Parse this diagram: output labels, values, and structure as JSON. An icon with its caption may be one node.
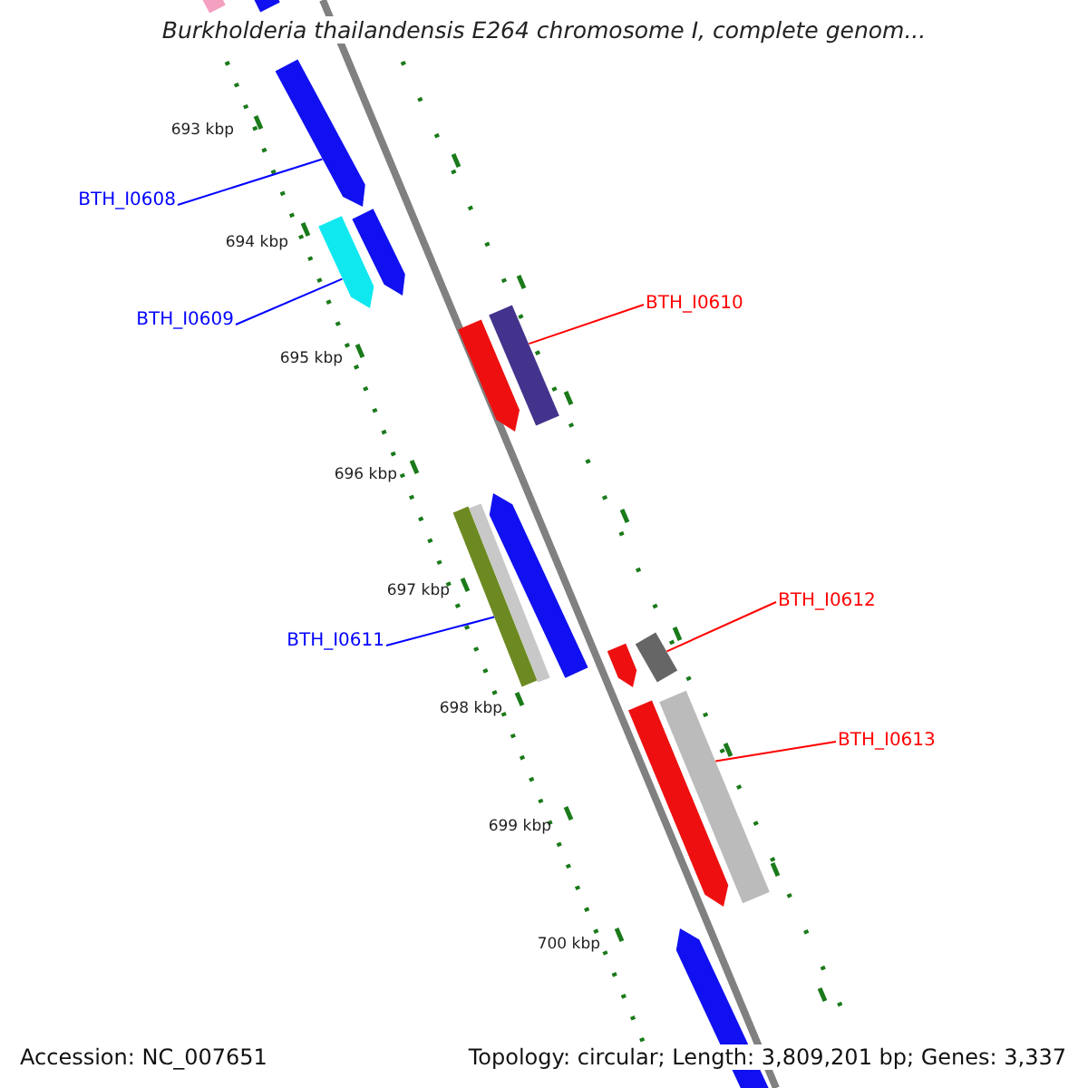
{
  "diagram": {
    "title": "Burkholderia thailandensis E264 chromosome I, complete genom...",
    "nodes": [
      {
        "text": [],
        "shape": "bar"
      },
      {
        "text": [],
        "shape": "bar"
      },
      {
        "text": [],
        "shape": "bar"
      },
      {
        "text": [
          "BTH_I0608"
        ]
      },
      {
        "text": [],
        "shape": "bar"
      },
      {
        "text": [],
        "shape": "bar"
      },
      {
        "text": [
          "BTH_I0609"
        ]
      },
      {
        "text": [
          "BTH_I0610"
        ]
      },
      {
        "text": [],
        "shape": "bar"
      },
      {
        "text": [],
        "shape": "bar"
      },
      {
        "text": [],
        "shape": "bar"
      },
      {
        "text": [],
        "shape": "bar"
      },
      {
        "text": [],
        "shape": "bar"
      },
      {
        "text": [
          "BTH_I0611"
        ]
      },
      {
        "text": [
          "BTH_I0612"
        ]
      },
      {
        "text": [],
        "shape": "bar"
      },
      {
        "text": [],
        "shape": "bar"
      },
      {
        "text": [],
        "shape": "bar"
      },
      {
        "text": [],
        "shape": "bar"
      },
      {
        "text": [
          "BTH_I0613"
        ]
      },
      {
        "text": [],
        "shape": "bar"
      }
    ],
    "edges": [
      {
        "from": 3,
        "to": 2,
        "arrow": "none",
        "color": "#0000ff"
      },
      {
        "from": 6,
        "to": 4,
        "arrow": "none",
        "color": "#0000ff"
      },
      {
        "from": 7,
        "to": 9,
        "arrow": "none",
        "color": "#ff0000"
      },
      {
        "from": 13,
        "to": 12,
        "arrow": "none",
        "color": "#0000ff"
      },
      {
        "from": 14,
        "to": 16,
        "arrow": "none",
        "color": "#ff0000"
      },
      {
        "from": 19,
        "to": 18,
        "arrow": "none",
        "color": "#ff0000"
      }
    ],
    "labels": [
      "693 kbp",
      "694 kbp",
      "695 kbp",
      "696 kbp",
      "697 kbp",
      "698 kbp",
      "699 kbp",
      "700 kbp",
      "Accession: NC_007651",
      "Topology: circular; Length: 3,809,201 bp; Genes: 3,337"
    ]
  }
}
